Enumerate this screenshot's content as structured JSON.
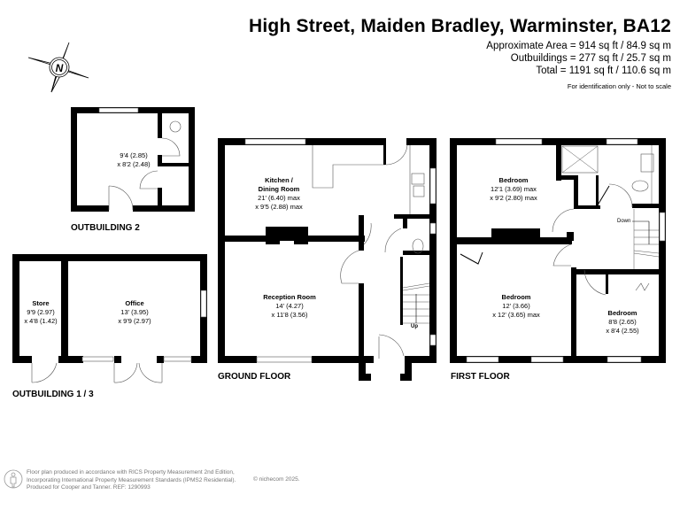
{
  "header": {
    "title": "High Street, Maiden Bradley, Warminster, BA12",
    "area_lines": [
      "Approximate Area = 914 sq ft / 84.9 sq m",
      "Outbuildings = 277 sq ft / 25.7 sq m",
      "Total = 1191 sq ft / 110.6 sq m"
    ],
    "note": "For identification only - Not to scale"
  },
  "compass": {
    "label": "N",
    "icon": "north-arrow-icon"
  },
  "floors": {
    "outbuilding2": {
      "label": "OUTBUILDING 2",
      "rooms": [
        {
          "name": "",
          "dim1": "9'4 (2.85)",
          "dim2": "x 8'2 (2.48)"
        }
      ]
    },
    "outbuilding13": {
      "label": "OUTBUILDING 1 / 3",
      "rooms": [
        {
          "name": "Store",
          "dim1": "9'9 (2.97)",
          "dim2": "x 4'8 (1.42)"
        },
        {
          "name": "Office",
          "dim1": "13' (3.95)",
          "dim2": "x 9'9 (2.97)"
        }
      ]
    },
    "ground": {
      "label": "GROUND FLOOR",
      "rooms": [
        {
          "name1": "Kitchen /",
          "name2": "Dining Room",
          "dim1": "21' (6.40) max",
          "dim2": "x 9'5 (2.88) max"
        },
        {
          "name": "Reception Room",
          "dim1": "14' (4.27)",
          "dim2": "x 11'8 (3.56)"
        }
      ],
      "stairs_label": "Up"
    },
    "first": {
      "label": "FIRST FLOOR",
      "rooms": [
        {
          "name": "Bedroom",
          "dim1": "12'1 (3.69) max",
          "dim2": "x 9'2 (2.80) max"
        },
        {
          "name": "Bedroom",
          "dim1": "12' (3.66)",
          "dim2": "x 12' (3.65) max"
        },
        {
          "name": "Bedroom",
          "dim1": "8'8 (2.65)",
          "dim2": "x 8'4 (2.55)"
        }
      ],
      "stairs_label": "Down"
    }
  },
  "footer": {
    "lines": [
      "Floor plan produced in accordance with RICS Property Measurement 2nd Edition,",
      "Incorporating International Property Measurement Standards (IPMS2 Residential).",
      "Produced for Cooper and Tanner.   REF: 1290993"
    ],
    "copyright": "© nichecom 2025."
  },
  "colors": {
    "wall": "#000000",
    "line": "#555555",
    "footer_text": "#777777"
  }
}
